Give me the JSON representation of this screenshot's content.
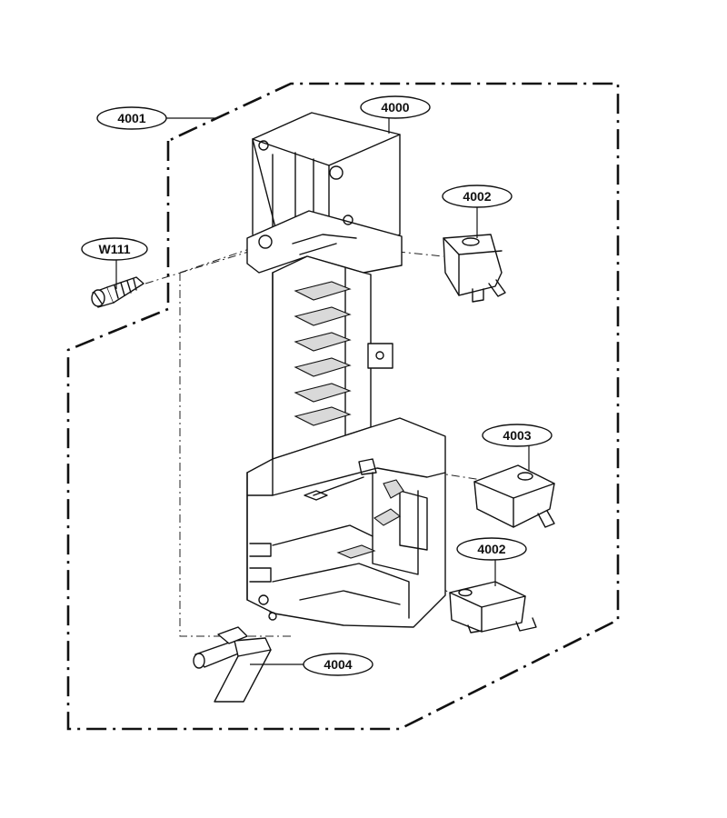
{
  "callouts": {
    "assembly": "4001",
    "latch_board": "4000",
    "switch_upper": "4002",
    "switch_middle": "4003",
    "switch_lower": "4002",
    "lever": "4004",
    "screw": "W111"
  }
}
